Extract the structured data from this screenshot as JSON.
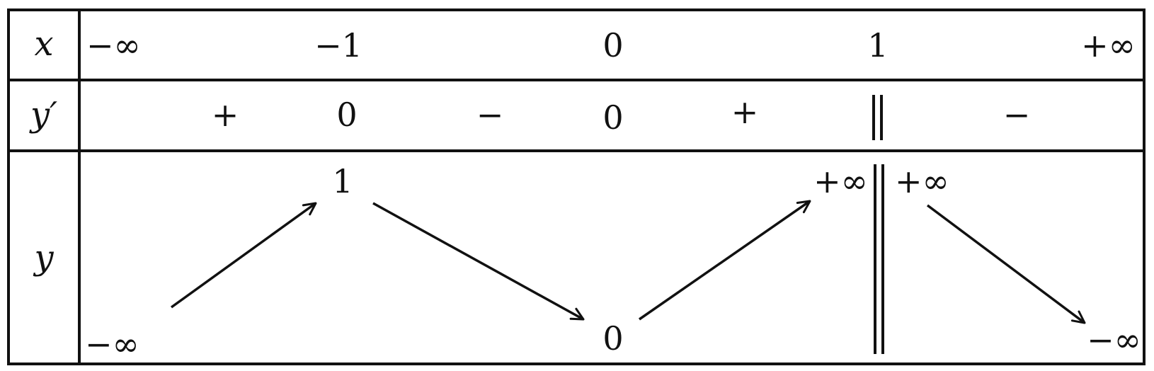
{
  "headers": {
    "x": "x",
    "y_prime": "y′",
    "y": "y"
  },
  "x_values": [
    "−∞",
    "−1",
    "0",
    "1",
    "+∞"
  ],
  "y_prime": {
    "signs": [
      "+",
      "−",
      "+",
      "−"
    ],
    "zeros": [
      "0",
      "0"
    ]
  },
  "y_row": {
    "start": "−∞",
    "max": "1",
    "min": "0",
    "left_limit": "+∞",
    "right_limit": "+∞",
    "end": "−∞"
  }
}
